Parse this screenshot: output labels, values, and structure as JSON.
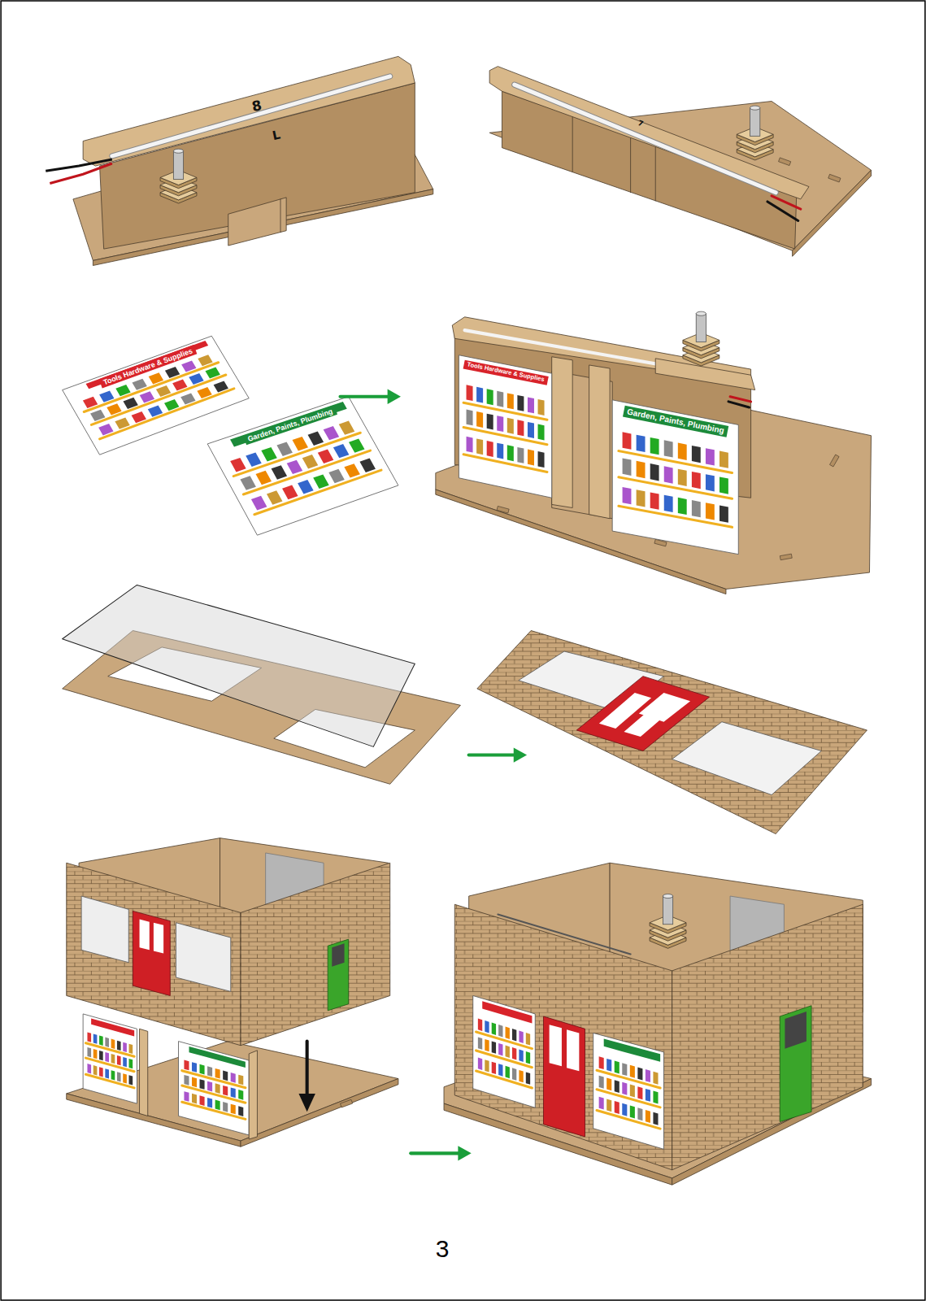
{
  "diagram": {
    "labels": [
      "8",
      "L",
      "7",
      "Tools Hardware & Supplies",
      "Garden, Paints, Plumbing",
      "Tools Hardware & Supplies",
      "Garden, Paints, Plumbing",
      "3"
    ]
  }
}
